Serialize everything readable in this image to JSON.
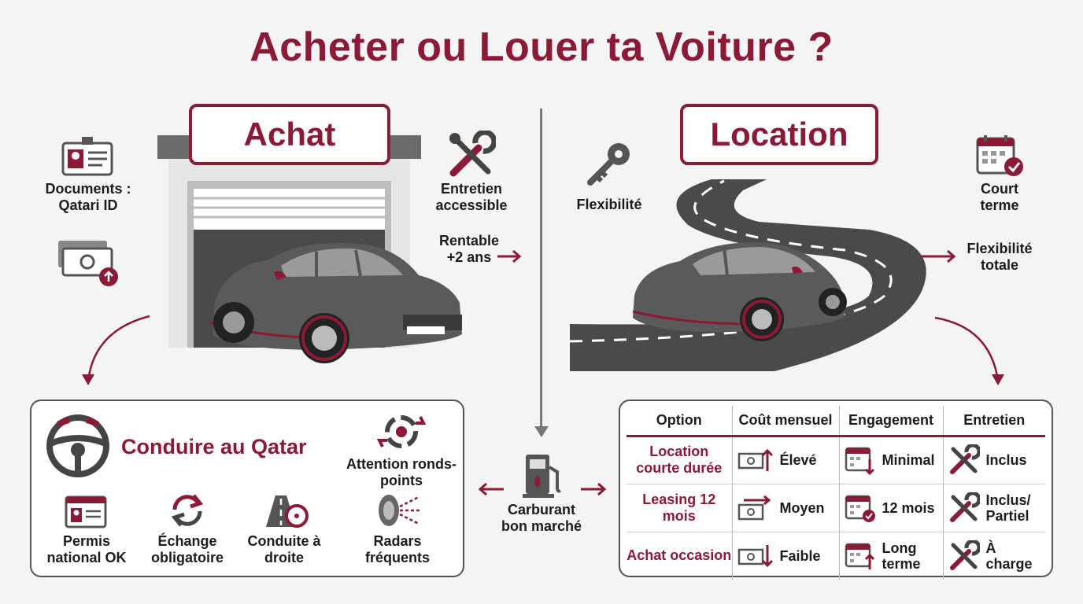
{
  "title": "Acheter ou Louer ta Voiture ?",
  "achat": {
    "label": "Achat",
    "documents": "Documents : Qatari ID",
    "entretien": "Entretien accessible",
    "rentable": "Rentable +2 ans"
  },
  "location": {
    "label": "Location",
    "flexibilite": "Flexibilité",
    "court_terme": "Court terme",
    "flexibilite_totale": "Flexibilité totale"
  },
  "qatar": {
    "title": "Conduire au Qatar",
    "attention": "Attention ronds-points",
    "permis": "Permis national OK",
    "echange": "Échange obligatoire",
    "conduite": "Conduite à droite",
    "radars": "Radars fréquents"
  },
  "carburant": "Carburant bon marché",
  "table": {
    "headers": [
      "Option",
      "Coût mensuel",
      "Engagement",
      "Entretien"
    ],
    "rows": [
      {
        "option": "Location courte durée",
        "cout": "Élevé",
        "engagement": "Minimal",
        "entretien": "Inclus"
      },
      {
        "option": "Leasing 12 mois",
        "cout": "Moyen",
        "engagement": "12 mois",
        "entretien": "Inclus/ Partiel"
      },
      {
        "option": "Achat occasion",
        "cout": "Faible",
        "engagement": "Long terme",
        "entretien": "À charge"
      }
    ]
  },
  "colors": {
    "accent": "#8a1a35",
    "dark": "#3a3a3a"
  }
}
